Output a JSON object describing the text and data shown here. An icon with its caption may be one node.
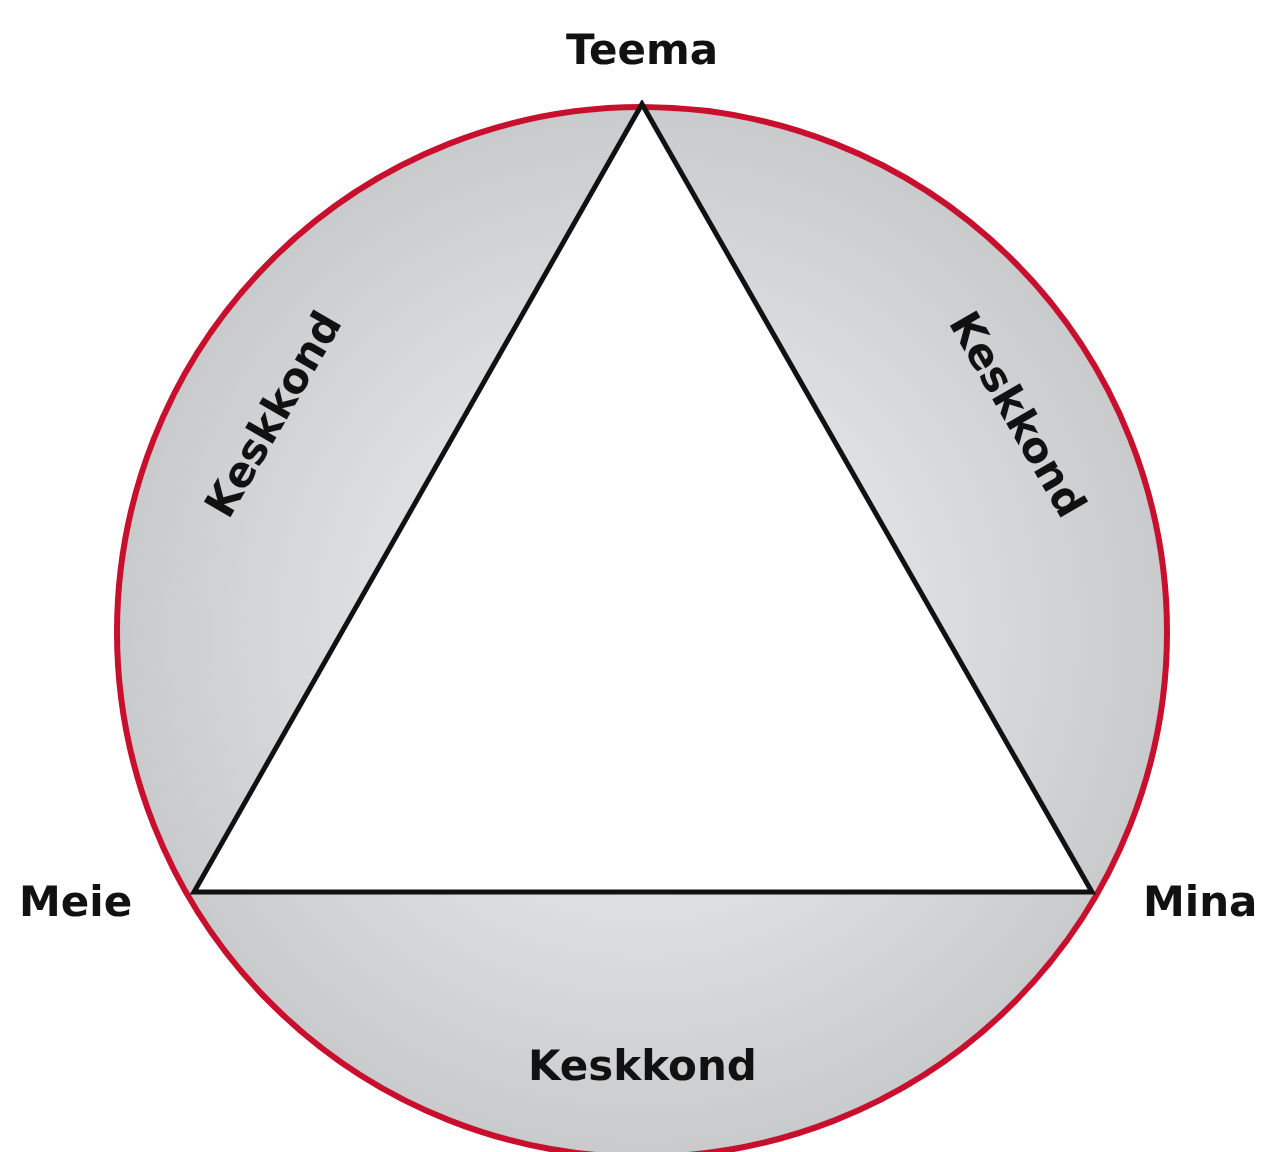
{
  "diagram": {
    "nodes": [
      {
        "text": [
          "Keskkond",
          "Keskkond",
          "Keskkond"
        ]
      },
      {
        "text": [],
        "shape": "triangle",
        "in": 0
      }
    ],
    "labels": [
      "Teema",
      "Meie",
      "Mina"
    ]
  }
}
